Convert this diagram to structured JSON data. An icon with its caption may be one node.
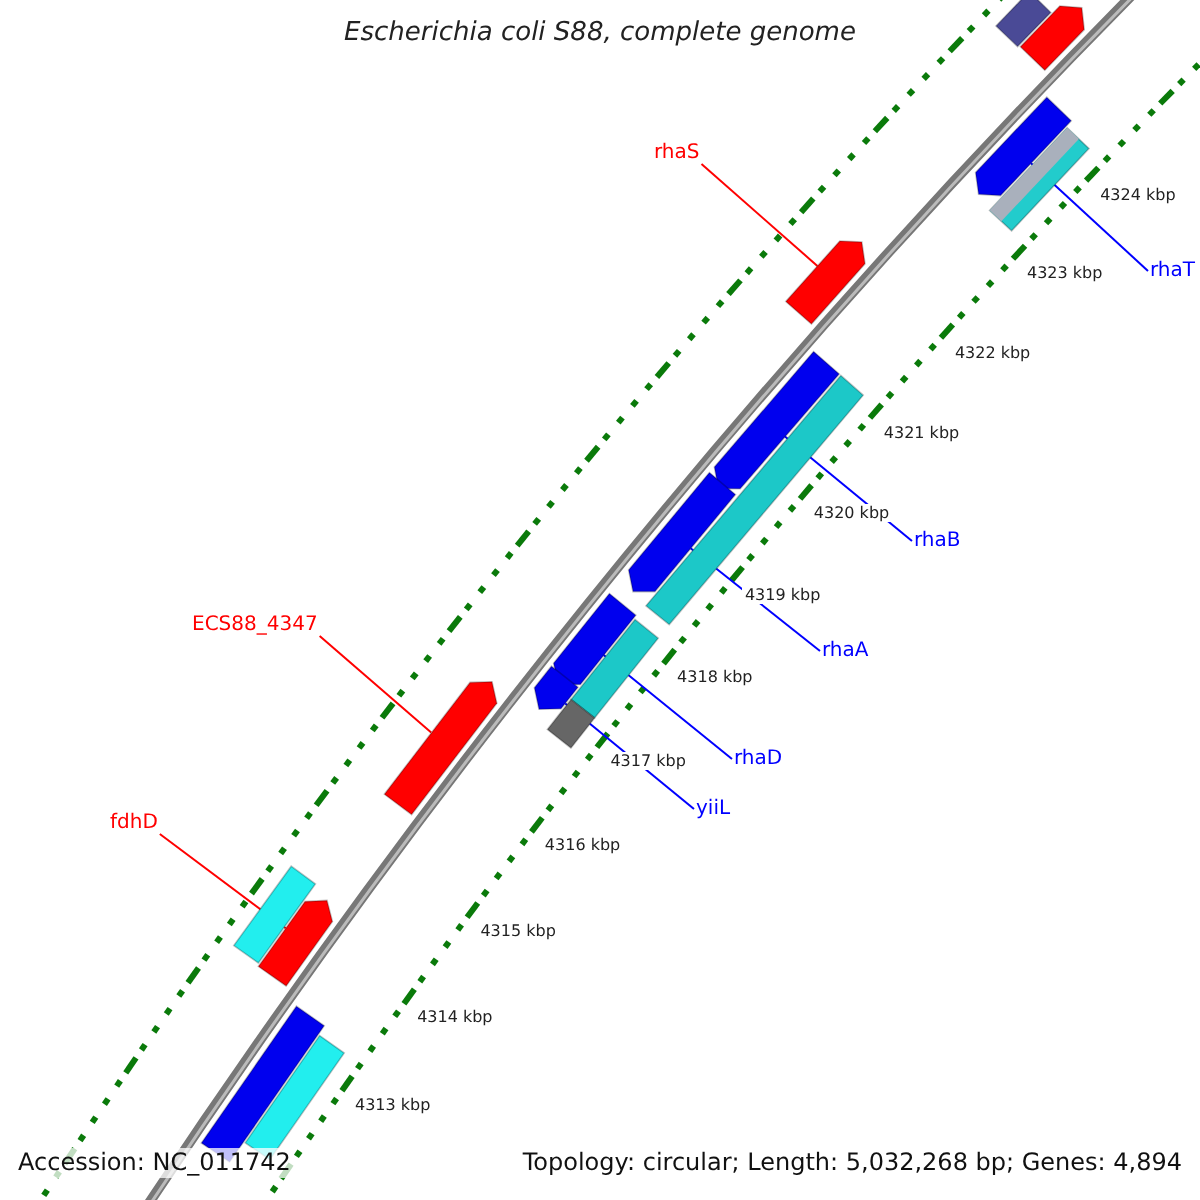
{
  "diagram": {
    "title": "Escherichia coli S88, complete genome",
    "nodes": [
      {
        "text": [
          "rhaS"
        ]
      },
      {
        "text": [],
        "shape": "arrow"
      },
      {
        "text": [
          "rhaT"
        ]
      },
      {
        "text": [],
        "shape": "arrow"
      },
      {
        "text": [
          "rhaB"
        ]
      },
      {
        "text": [],
        "shape": "arrow"
      },
      {
        "text": [
          "rhaA"
        ]
      },
      {
        "text": [],
        "shape": "arrow"
      },
      {
        "text": [
          "rhaD"
        ]
      },
      {
        "text": [],
        "shape": "arrow"
      },
      {
        "text": [
          "yiiL"
        ]
      },
      {
        "text": [],
        "shape": "arrow"
      },
      {
        "text": [
          "ECS88_4347"
        ]
      },
      {
        "text": [],
        "shape": "arrow"
      },
      {
        "text": [
          "fdhD"
        ]
      },
      {
        "text": [],
        "shape": "arrow"
      },
      {
        "text": [],
        "shape": "bar"
      },
      {
        "text": [],
        "shape": "arrow"
      },
      {
        "text": [],
        "shape": "bar"
      },
      {
        "text": [],
        "shape": "bar"
      },
      {
        "text": [],
        "shape": "bar"
      },
      {
        "text": [],
        "shape": "bar"
      },
      {
        "text": [],
        "shape": "bar"
      },
      {
        "text": [],
        "shape": "bar"
      },
      {
        "text": [],
        "shape": "bar"
      }
    ],
    "edges": [
      {
        "from": 0,
        "to": 1,
        "arrow": "none",
        "color": "#ff0000"
      },
      {
        "from": 2,
        "to": 3,
        "arrow": "none"
      },
      {
        "from": 4,
        "to": 5,
        "arrow": "none"
      },
      {
        "from": 6,
        "to": 7,
        "arrow": "none"
      },
      {
        "from": 8,
        "to": 9,
        "arrow": "none"
      },
      {
        "from": 10,
        "to": 11,
        "arrow": "none"
      },
      {
        "from": 12,
        "to": 13,
        "arrow": "none",
        "color": "#ff0000"
      },
      {
        "from": 14,
        "to": 15,
        "arrow": "none",
        "color": "#ff0000"
      }
    ],
    "labels": [
      "4324 kbp",
      "4323 kbp",
      "4322 kbp",
      "4321 kbp",
      "4320 kbp",
      "4319 kbp",
      "4318 kbp",
      "4317 kbp",
      "4316 kbp",
      "4315 kbp",
      "4314 kbp",
      "4313 kbp",
      "Accession: NC_011742",
      "Topology: circular; Length: 5,032,268 bp; Genes: 4,894"
    ]
  }
}
